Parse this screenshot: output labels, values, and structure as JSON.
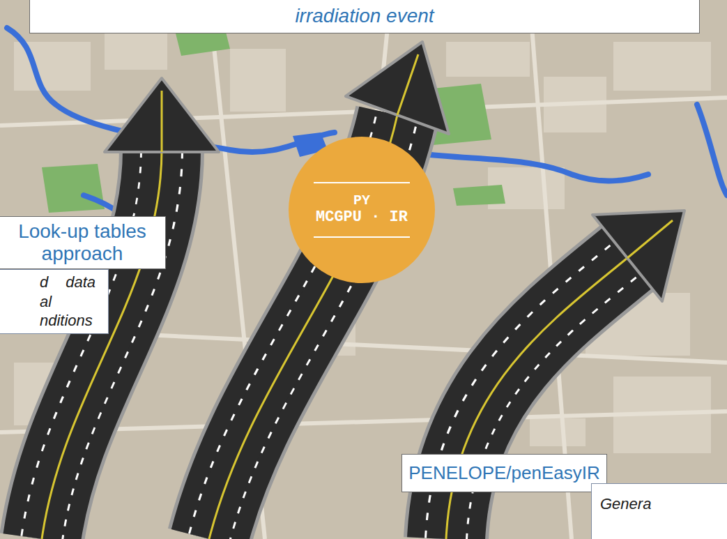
{
  "diagram": {
    "nodes": [
      {
        "text": [
          "irradiation event"
        ]
      },
      {
        "text": [
          "Look-up tables approach"
        ]
      },
      {
        "text": [
          "d data al nditions"
        ]
      },
      {
        "text": [
          "PY",
          "MCGPU · IR"
        ]
      },
      {
        "text": [
          "PENELOPE/penEasyIR"
        ]
      },
      {
        "text": [
          "Genera"
        ]
      }
    ]
  }
}
